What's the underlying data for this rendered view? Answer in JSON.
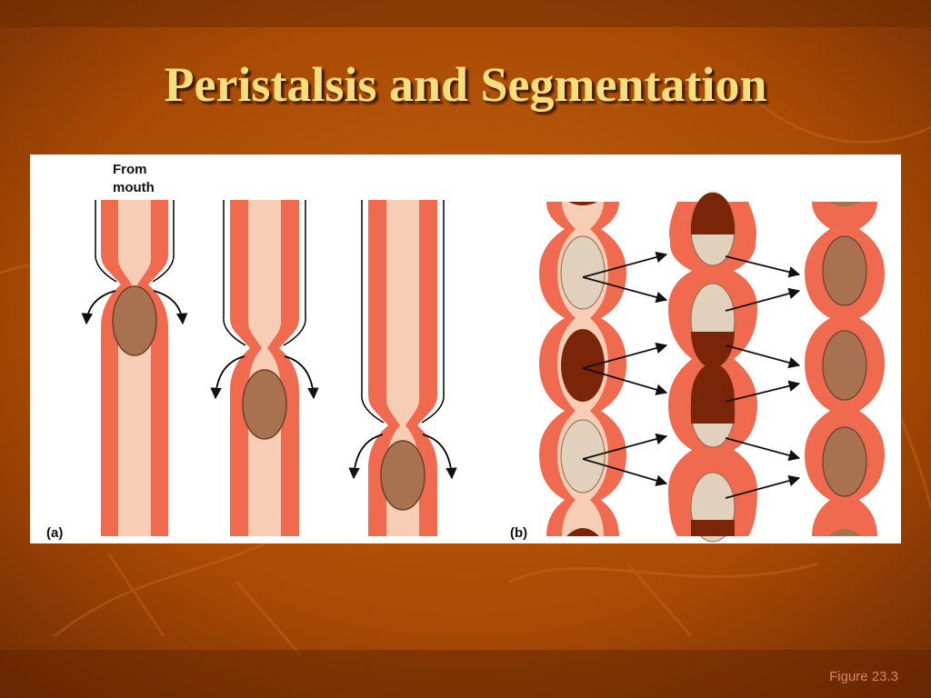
{
  "slide": {
    "title": "Peristalsis and Segmentation",
    "figure_ref": "Figure 23.3"
  },
  "diagram": {
    "peristalsis_label": "(a)",
    "mouth_label_line1": "From",
    "mouth_label_line2": "mouth",
    "segmentation_label": "(b)"
  },
  "colors": {
    "background": "#A84A05",
    "tube_wall": "#F06A50",
    "lumen": "#F8CDB5",
    "food_bolus": "#A8714F",
    "chyme_light": "#E1D0BC",
    "chyme_dark": "#7A2508",
    "title": "#F6DE7C"
  }
}
